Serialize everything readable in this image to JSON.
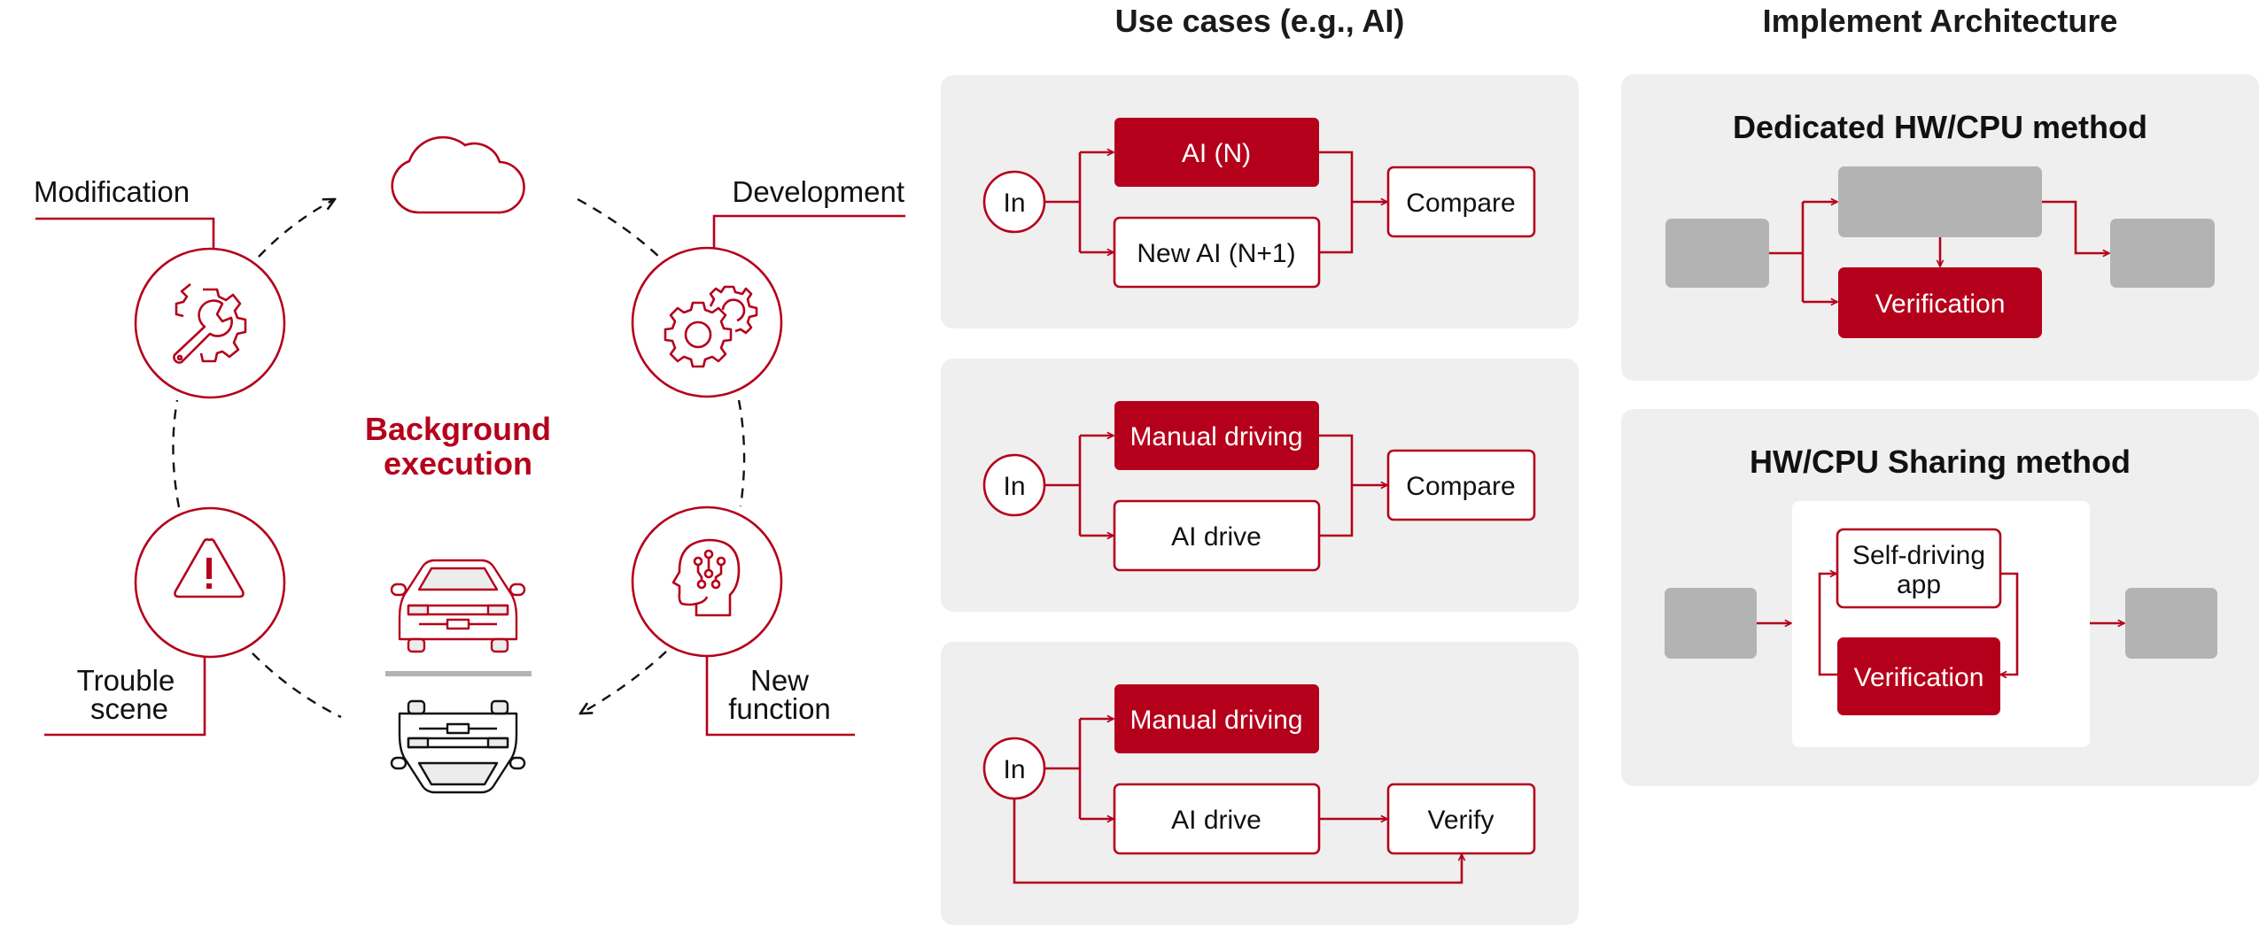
{
  "colors": {
    "accent": "#b5001b",
    "panel_bg": "#efefef",
    "placeholder_gray": "#b3b3b3",
    "text": "#111111"
  },
  "cycle": {
    "center_label_line1": "Background",
    "center_label_line2": "execution",
    "nodes": [
      {
        "label": "Modification",
        "icon": "wrench-gear-icon"
      },
      {
        "label": "Development",
        "icon": "gears-icon"
      },
      {
        "label_line1": "New",
        "label_line2": "function",
        "icon": "ai-head-icon"
      },
      {
        "label_line1": "Trouble",
        "label_line2": "scene",
        "icon": "warning-icon"
      }
    ],
    "cloud_icon": "cloud-icon",
    "cars": [
      "car-front-icon",
      "car-rear-icon"
    ]
  },
  "use_cases": {
    "title": "Use cases (e.g., AI)",
    "panels": [
      {
        "input": "In",
        "top": "AI (N)",
        "bottom": "New AI (N+1)",
        "result": "Compare"
      },
      {
        "input": "In",
        "top": "Manual driving",
        "bottom": "AI drive",
        "result": "Compare"
      },
      {
        "input": "In",
        "top": "Manual driving",
        "bottom": "AI drive",
        "result": "Verify"
      }
    ]
  },
  "architecture": {
    "title": "Implement Architecture",
    "dedicated": {
      "title": "Dedicated HW/CPU method",
      "verification": "Verification"
    },
    "sharing": {
      "title": "HW/CPU Sharing method",
      "app_line1": "Self-driving",
      "app_line2": "app",
      "verification": "Verification"
    }
  }
}
